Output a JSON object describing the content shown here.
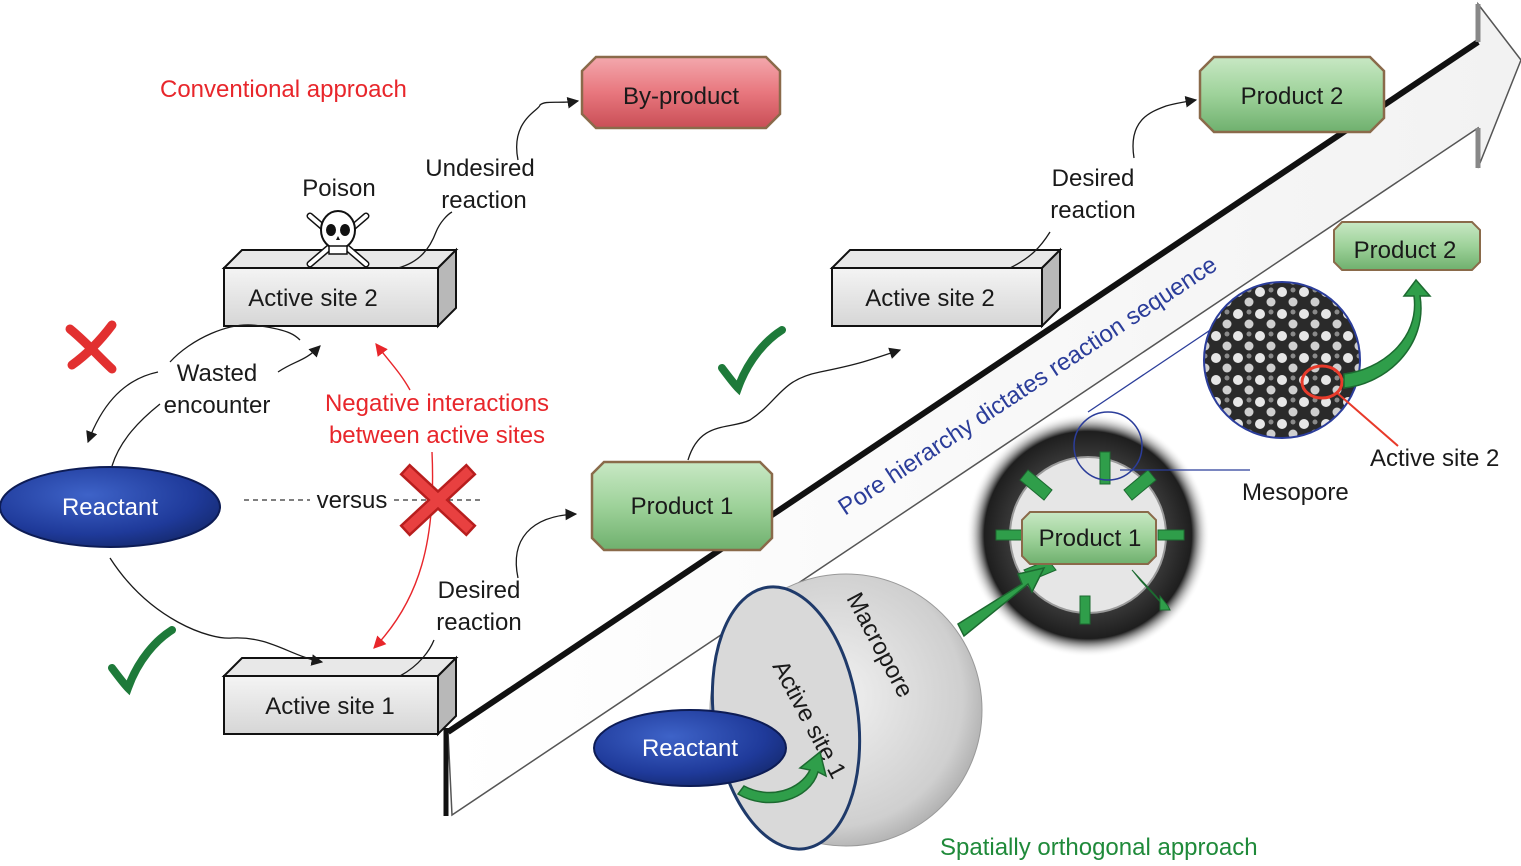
{
  "labels": {
    "conventional_approach": "Conventional approach",
    "spatially_orthogonal_approach": "Spatially orthogonal approach",
    "pore_hierarchy": "Pore hierarchy dictates reaction sequence",
    "poison": "Poison",
    "undesired_reaction": [
      "Undesired",
      "reaction"
    ],
    "wasted_encounter": [
      "Wasted",
      "encounter"
    ],
    "negative_interactions": [
      "Negative interactions",
      "between active sites"
    ],
    "versus": "versus",
    "desired_reaction_left": [
      "Desired",
      "reaction"
    ],
    "desired_reaction_right": [
      "Desired",
      "reaction"
    ],
    "macropore": "Macropore",
    "mesopore": "Mesopore",
    "active_site_1_inside": "Active site 1",
    "active_site_2_zoom": "Active site 2"
  },
  "boxes": {
    "by_product": "By-product",
    "product_2_top": "Product 2",
    "product_2_small": "Product 2",
    "product_1_mid": "Product 1",
    "product_1_pore": "Product 1"
  },
  "blocks": {
    "active_site_2_left": "Active site 2",
    "active_site_1_left": "Active site 1",
    "active_site_2_mid": "Active site 2"
  },
  "ellipses": {
    "reactant_left": "Reactant",
    "reactant_bottom": "Reactant"
  },
  "colors": {
    "red_text": "#e8262b",
    "green_text": "#1f8a3a",
    "blue_text": "#2b3d9a",
    "reactant_blue": "#1f3a9a",
    "product_green": "#9ed29a",
    "byproduct_red": "#e8777e",
    "check_green": "#1e7a3a",
    "cross_red": "#e23030"
  },
  "icons": [
    "skull-crossbones-icon",
    "checkmark-icon",
    "cross-icon",
    "arrow-icon"
  ]
}
